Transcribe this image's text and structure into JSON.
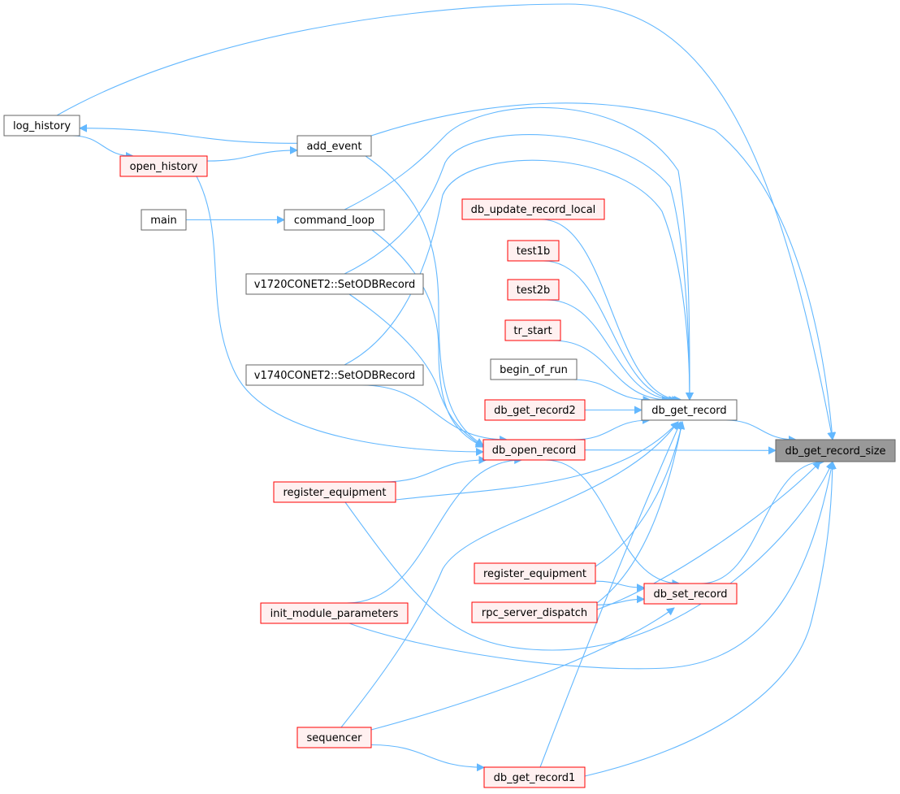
{
  "graph": {
    "focus": "db_get_record_size",
    "nodes": [
      {
        "id": "log_history",
        "label": "log_history",
        "style": "plain"
      },
      {
        "id": "add_event",
        "label": "add_event",
        "style": "plain"
      },
      {
        "id": "open_history",
        "label": "open_history",
        "style": "red"
      },
      {
        "id": "main",
        "label": "main",
        "style": "plain"
      },
      {
        "id": "command_loop",
        "label": "command_loop",
        "style": "plain"
      },
      {
        "id": "db_update_record_local",
        "label": "db_update_record_local",
        "style": "red"
      },
      {
        "id": "test1b",
        "label": "test1b",
        "style": "red"
      },
      {
        "id": "v1720",
        "label": "v1720CONET2::SetODBRecord",
        "style": "plain"
      },
      {
        "id": "test2b",
        "label": "test2b",
        "style": "red"
      },
      {
        "id": "tr_start",
        "label": "tr_start",
        "style": "red"
      },
      {
        "id": "v1740",
        "label": "v1740CONET2::SetODBRecord",
        "style": "plain"
      },
      {
        "id": "begin_of_run",
        "label": "begin_of_run",
        "style": "plain"
      },
      {
        "id": "db_get_record2",
        "label": "db_get_record2",
        "style": "red"
      },
      {
        "id": "db_get_record",
        "label": "db_get_record",
        "style": "plain"
      },
      {
        "id": "db_open_record",
        "label": "db_open_record",
        "style": "red"
      },
      {
        "id": "db_get_record_size",
        "label": "db_get_record_size",
        "style": "focus"
      },
      {
        "id": "register_equipment_a",
        "label": "register_equipment",
        "style": "red"
      },
      {
        "id": "register_equipment_b",
        "label": "register_equipment",
        "style": "red"
      },
      {
        "id": "db_set_record",
        "label": "db_set_record",
        "style": "red"
      },
      {
        "id": "rpc_server_dispatch",
        "label": "rpc_server_dispatch",
        "style": "red"
      },
      {
        "id": "init_module_parameters",
        "label": "init_module_parameters",
        "style": "red"
      },
      {
        "id": "sequencer",
        "label": "sequencer",
        "style": "red"
      },
      {
        "id": "db_get_record1",
        "label": "db_get_record1",
        "style": "red"
      }
    ],
    "edges": [
      {
        "from": "log_history",
        "to": "db_get_record_size"
      },
      {
        "from": "log_history",
        "to": "open_history"
      },
      {
        "from": "add_event",
        "to": "log_history"
      },
      {
        "from": "add_event",
        "to": "db_get_record_size"
      },
      {
        "from": "add_event",
        "to": "db_open_record"
      },
      {
        "from": "open_history",
        "to": "add_event"
      },
      {
        "from": "open_history",
        "to": "db_open_record"
      },
      {
        "from": "main",
        "to": "command_loop"
      },
      {
        "from": "command_loop",
        "to": "db_get_record"
      },
      {
        "from": "command_loop",
        "to": "db_open_record"
      },
      {
        "from": "v1720",
        "to": "db_get_record"
      },
      {
        "from": "v1720",
        "to": "db_open_record"
      },
      {
        "from": "v1740",
        "to": "db_get_record"
      },
      {
        "from": "v1740",
        "to": "db_open_record"
      },
      {
        "from": "db_update_record_local",
        "to": "db_get_record"
      },
      {
        "from": "test1b",
        "to": "db_get_record"
      },
      {
        "from": "test2b",
        "to": "db_get_record"
      },
      {
        "from": "tr_start",
        "to": "db_get_record"
      },
      {
        "from": "begin_of_run",
        "to": "db_get_record"
      },
      {
        "from": "db_get_record2",
        "to": "db_get_record"
      },
      {
        "from": "db_open_record",
        "to": "db_get_record"
      },
      {
        "from": "db_get_record",
        "to": "db_get_record_size"
      },
      {
        "from": "db_open_record",
        "to": "db_get_record_size"
      },
      {
        "from": "db_open_record",
        "to": "db_set_record"
      },
      {
        "from": "register_equipment_a",
        "to": "db_open_record"
      },
      {
        "from": "register_equipment_a",
        "to": "db_get_record"
      },
      {
        "from": "register_equipment_a",
        "to": "db_get_record_size"
      },
      {
        "from": "register_equipment_b",
        "to": "db_get_record"
      },
      {
        "from": "register_equipment_b",
        "to": "db_set_record"
      },
      {
        "from": "rpc_server_dispatch",
        "to": "db_get_record"
      },
      {
        "from": "rpc_server_dispatch",
        "to": "db_set_record"
      },
      {
        "from": "rpc_server_dispatch",
        "to": "db_get_record_size"
      },
      {
        "from": "db_set_record",
        "to": "db_get_record_size"
      },
      {
        "from": "init_module_parameters",
        "to": "db_open_record"
      },
      {
        "from": "init_module_parameters",
        "to": "db_get_record_size"
      },
      {
        "from": "sequencer",
        "to": "db_get_record"
      },
      {
        "from": "sequencer",
        "to": "db_set_record"
      },
      {
        "from": "sequencer",
        "to": "db_get_record1"
      },
      {
        "from": "db_get_record1",
        "to": "db_get_record"
      },
      {
        "from": "db_get_record1",
        "to": "db_get_record_size"
      }
    ]
  }
}
